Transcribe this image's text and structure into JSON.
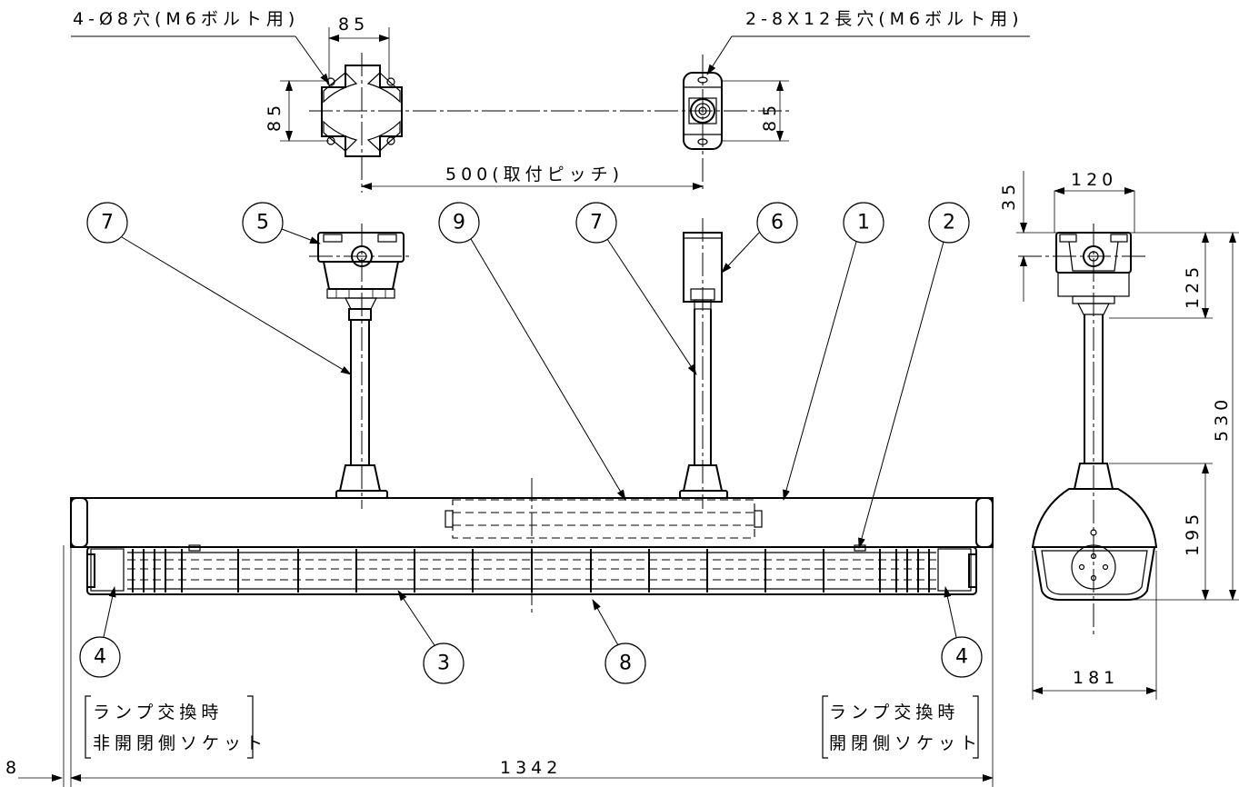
{
  "labels": {
    "holes_left": "4-Ø8穴(M6ボルト用)",
    "holes_right": "2-8X12長穴(M6ボルト用)",
    "dim_85_top": "85",
    "dim_85_left": "85",
    "dim_85_right": "85",
    "dim_500": "500(取付ピッチ)",
    "dim_120": "120",
    "dim_35": "35",
    "dim_125": "125",
    "dim_530": "530",
    "dim_195": "195",
    "dim_181": "181",
    "dim_1342": "1342",
    "dim_8": "8",
    "note_left_line1": "ランプ交換時",
    "note_left_line2": "非開閉側ソケット",
    "note_right_line1": "ランプ交換時",
    "note_right_line2": "開閉側ソケット"
  },
  "callouts": [
    "7",
    "5",
    "9",
    "7",
    "6",
    "1",
    "2",
    "4",
    "3",
    "8",
    "4"
  ]
}
